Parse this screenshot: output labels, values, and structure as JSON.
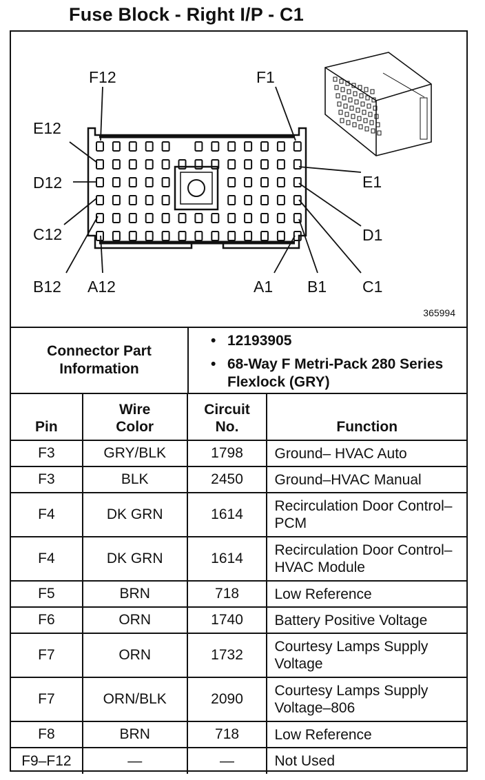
{
  "title": "Fuse Block - Right I/P - C1",
  "diagram": {
    "pin_labels": [
      "F12",
      "F1",
      "E12",
      "E1",
      "D12",
      "D1",
      "C12",
      "C1",
      "B12",
      "B1",
      "A12",
      "A1"
    ],
    "reference_number": "365994"
  },
  "connector_info": {
    "label": "Connector Part Information",
    "items": [
      "12193905",
      "68-Way F Metri-Pack 280 Series Flexlock (GRY)"
    ]
  },
  "table": {
    "headers": {
      "pin": "Pin",
      "wire_color": "Wire Color",
      "circuit": "Circuit No.",
      "function": "Function"
    },
    "rows": [
      {
        "pin": "F3",
        "wire": "GRY/BLK",
        "circuit": "1798",
        "function": "Ground– HVAC Auto"
      },
      {
        "pin": "F3",
        "wire": "BLK",
        "circuit": "2450",
        "function": "Ground–HVAC Manual"
      },
      {
        "pin": "F4",
        "wire": "DK GRN",
        "circuit": "1614",
        "function": "Recirculation Door Control–PCM"
      },
      {
        "pin": "F4",
        "wire": "DK GRN",
        "circuit": "1614",
        "function": "Recirculation Door Control–HVAC Module"
      },
      {
        "pin": "F5",
        "wire": "BRN",
        "circuit": "718",
        "function": "Low Reference"
      },
      {
        "pin": "F6",
        "wire": "ORN",
        "circuit": "1740",
        "function": "Battery Positive Voltage"
      },
      {
        "pin": "F7",
        "wire": "ORN",
        "circuit": "1732",
        "function": "Courtesy Lamps Supply Voltage"
      },
      {
        "pin": "F7",
        "wire": "ORN/BLK",
        "circuit": "2090",
        "function": "Courtesy Lamps Supply Voltage–806"
      },
      {
        "pin": "F8",
        "wire": "BRN",
        "circuit": "718",
        "function": "Low Reference"
      },
      {
        "pin": "F9–F12",
        "wire": "—",
        "circuit": "—",
        "function": "Not Used"
      }
    ]
  }
}
